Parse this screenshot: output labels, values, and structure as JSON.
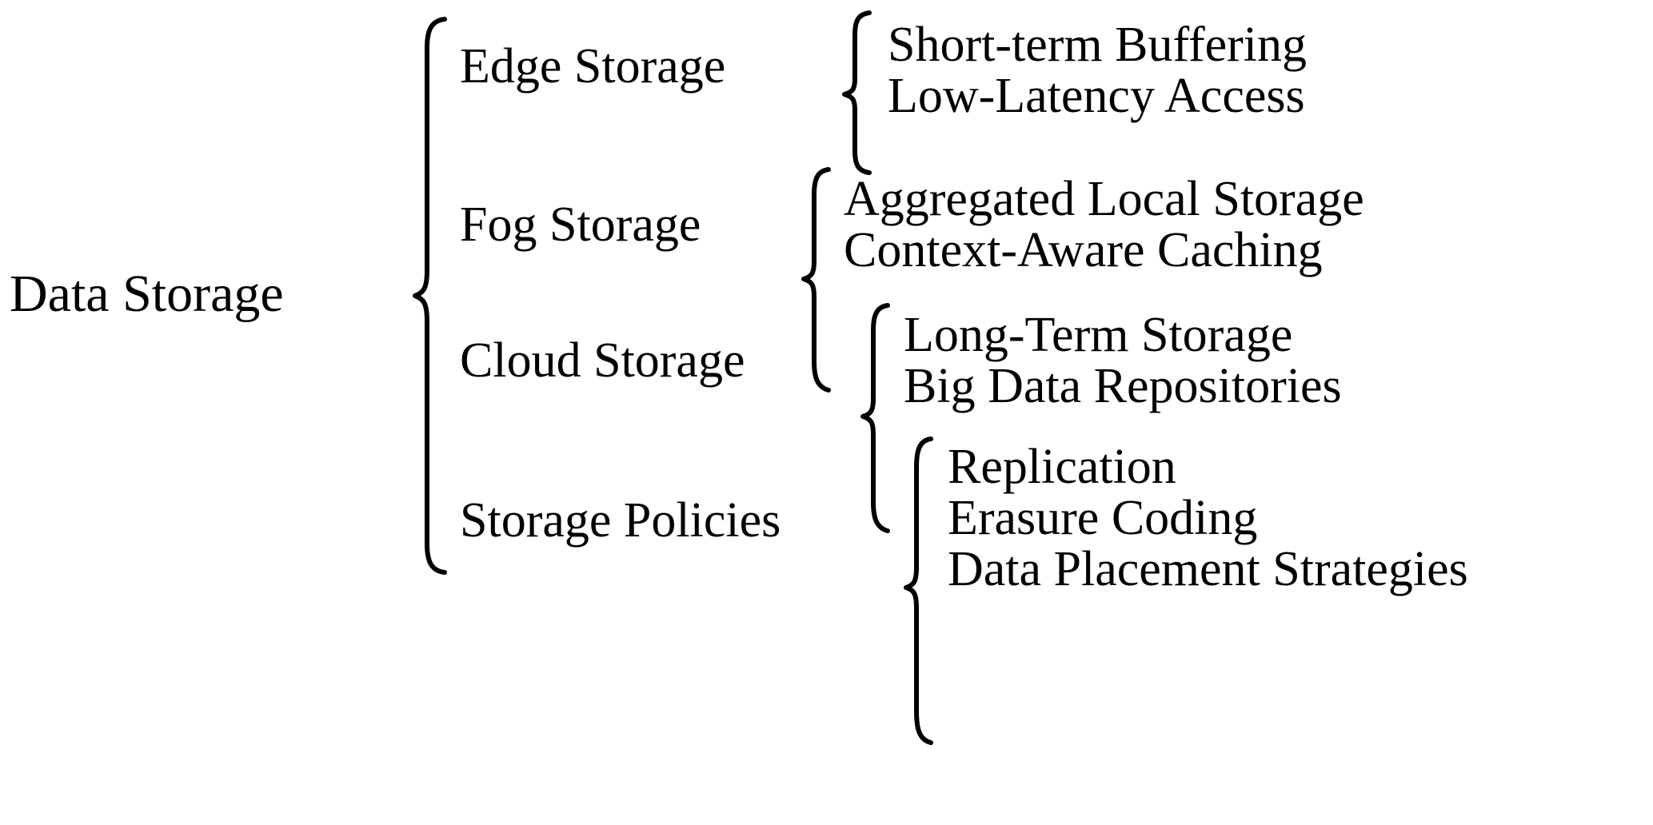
{
  "diagram": {
    "type": "brace-taxonomy-tree",
    "title": "Data Storage",
    "background_color": "#ffffff",
    "text_color": "#000000",
    "root": {
      "label": "Data Storage"
    },
    "branches": [
      {
        "label": "Edge Storage",
        "leaves": [
          "Short-term Buffering",
          "Low-Latency Access"
        ]
      },
      {
        "label": "Fog Storage",
        "leaves": [
          "Aggregated Local Storage",
          "Context-Aware Caching"
        ]
      },
      {
        "label": "Cloud Storage",
        "leaves": [
          "Long-Term Storage",
          "Big Data Repositories"
        ]
      },
      {
        "label": "Storage Policies",
        "leaves": [
          "Replication",
          "Erasure Coding",
          "Data Placement Strategies"
        ]
      }
    ],
    "braces": {
      "root_brace": "curly-brace-icon",
      "branch_braces": [
        "curly-brace-icon",
        "curly-brace-icon",
        "curly-brace-icon",
        "curly-brace-icon"
      ]
    }
  }
}
